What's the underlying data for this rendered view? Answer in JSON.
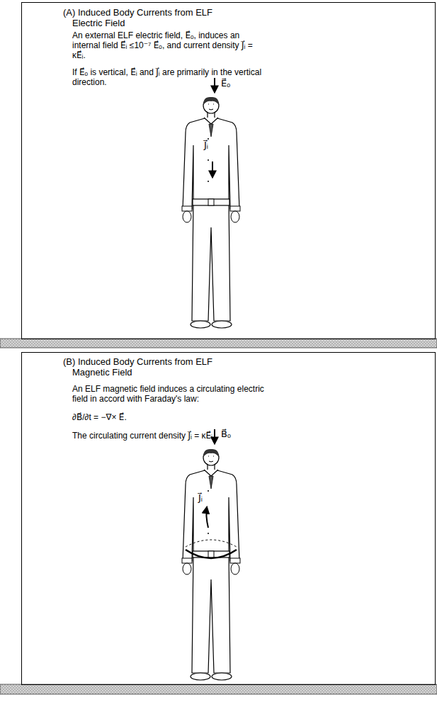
{
  "diagram": {
    "nodes": [
      {
        "text": [
          "(A) Induced Body Currents from ELF Electric Field",
          "An external ELF electric field, E⃗ₒ, induces an internal field E⃗ᵢ ≤10⁻⁷ E⃗ₒ, and current density J⃗ᵢ = κE⃗ᵢ.",
          "If E⃗ₒ is vertical, E⃗ᵢ and J⃗ᵢ are primarily in the vertical direction."
        ]
      },
      {
        "text": [
          "(B) Induced Body Currents from ELF Magnetic Field",
          "An ELF magnetic field induces a circulating electric field in accord with Faraday's law:",
          "∂B⃗/∂t = −∇× E⃗.",
          "The circulating current density J⃗ᵢ = κE⃗ᵢ."
        ]
      }
    ],
    "labels": [
      "E⃗ₒ",
      "J⃗ᵢ",
      "B⃗ₒ",
      "J⃗ᵢ"
    ]
  }
}
